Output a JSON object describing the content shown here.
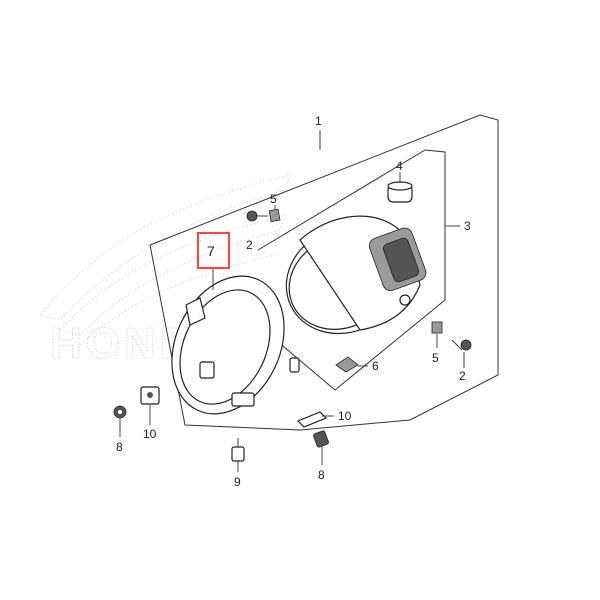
{
  "watermark": {
    "text": "HONDA"
  },
  "callouts": {
    "c1": "1",
    "c2a": "2",
    "c2b": "2",
    "c3": "3",
    "c4": "4",
    "c5a": "5",
    "c5b": "5",
    "c6": "6",
    "c7": "7",
    "c8a": "8",
    "c8b": "8",
    "c9": "9",
    "c10a": "10",
    "c10b": "10"
  },
  "highlight": {
    "color": "#d9534f",
    "target_callout": "7"
  }
}
